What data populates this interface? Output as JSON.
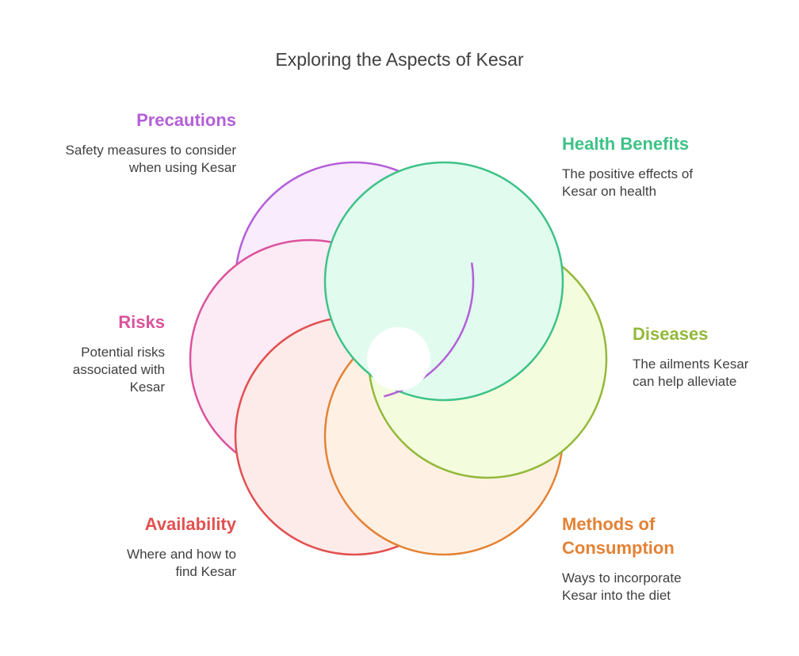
{
  "title": "Exploring the Aspects of Kesar",
  "items": [
    {
      "id": "precautions",
      "title": "Precautions",
      "description": "Safety measures to consider when using Kesar",
      "color": "#B45FD8",
      "fill": "#F9ECFC"
    },
    {
      "id": "health-benefits",
      "title": "Health Benefits",
      "description": "The positive effects of Kesar on health",
      "color": "#3EC287",
      "fill": "#E1FBEF"
    },
    {
      "id": "diseases",
      "title": "Diseases",
      "description": "The ailments Kesar can help alleviate",
      "color": "#93B93A",
      "fill": "#F3FCDD"
    },
    {
      "id": "methods-of-consumption",
      "title": "Methods of Consumption",
      "description": "Ways to incorporate Kesar into the diet",
      "color": "#E48234",
      "fill": "#FEF1E3"
    },
    {
      "id": "availability",
      "title": "Availability",
      "description": "Where and how to find Kesar",
      "color": "#E25050",
      "fill": "#FDEBEA"
    },
    {
      "id": "risks",
      "title": "Risks",
      "description": "Potential risks associated with Kesar",
      "color": "#DB539C",
      "fill": "#FCEAF4"
    }
  ]
}
